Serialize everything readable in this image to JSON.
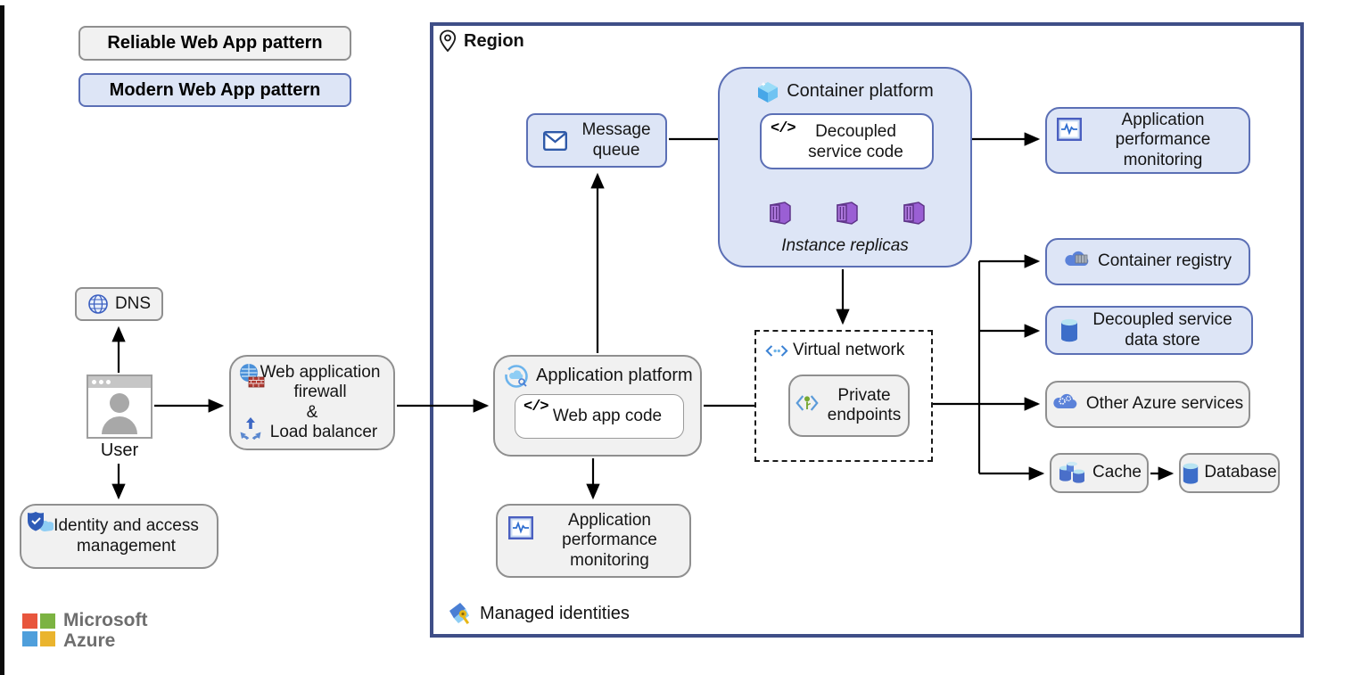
{
  "legend": {
    "reliable_label": "Reliable Web App pattern",
    "modern_label": "Modern Web App pattern"
  },
  "region": {
    "title": "Region",
    "managed_identities_label": "Managed identities"
  },
  "left": {
    "dns_label": "DNS",
    "user_label": "User",
    "iam_label": "Identity and access management",
    "waf_line1": "Web application firewall",
    "waf_amp": "&",
    "waf_line2": "Load balancer"
  },
  "pipeline": {
    "message_queue": "Message queue",
    "container_platform": "Container platform",
    "decoupled_service_code": "Decoupled service code",
    "instance_replicas": "Instance replicas",
    "apm_top": "Application performance monitoring",
    "application_platform": "Application platform",
    "web_app_code": "Web app code",
    "virtual_network": "Virtual network",
    "private_endpoints": "Private endpoints",
    "apm_bottom": "Application performance monitoring"
  },
  "services": {
    "container_registry": "Container registry",
    "decoupled_service_data_store": "Decoupled service data store",
    "other_azure_services": "Other Azure services",
    "cache": "Cache",
    "database": "Database"
  },
  "branding": {
    "microsoft": "Microsoft",
    "azure": "Azure"
  },
  "colors": {
    "modern_fill": "#dde5f6",
    "modern_border": "#5b6fb5",
    "reliable_fill": "#f1f1f1",
    "reliable_border": "#8f8f8f",
    "region_border": "#3f4e87",
    "ms_red": "#e8563d",
    "ms_green": "#7cb342",
    "ms_blue": "#4f9fdb",
    "ms_yellow": "#eab42e"
  }
}
